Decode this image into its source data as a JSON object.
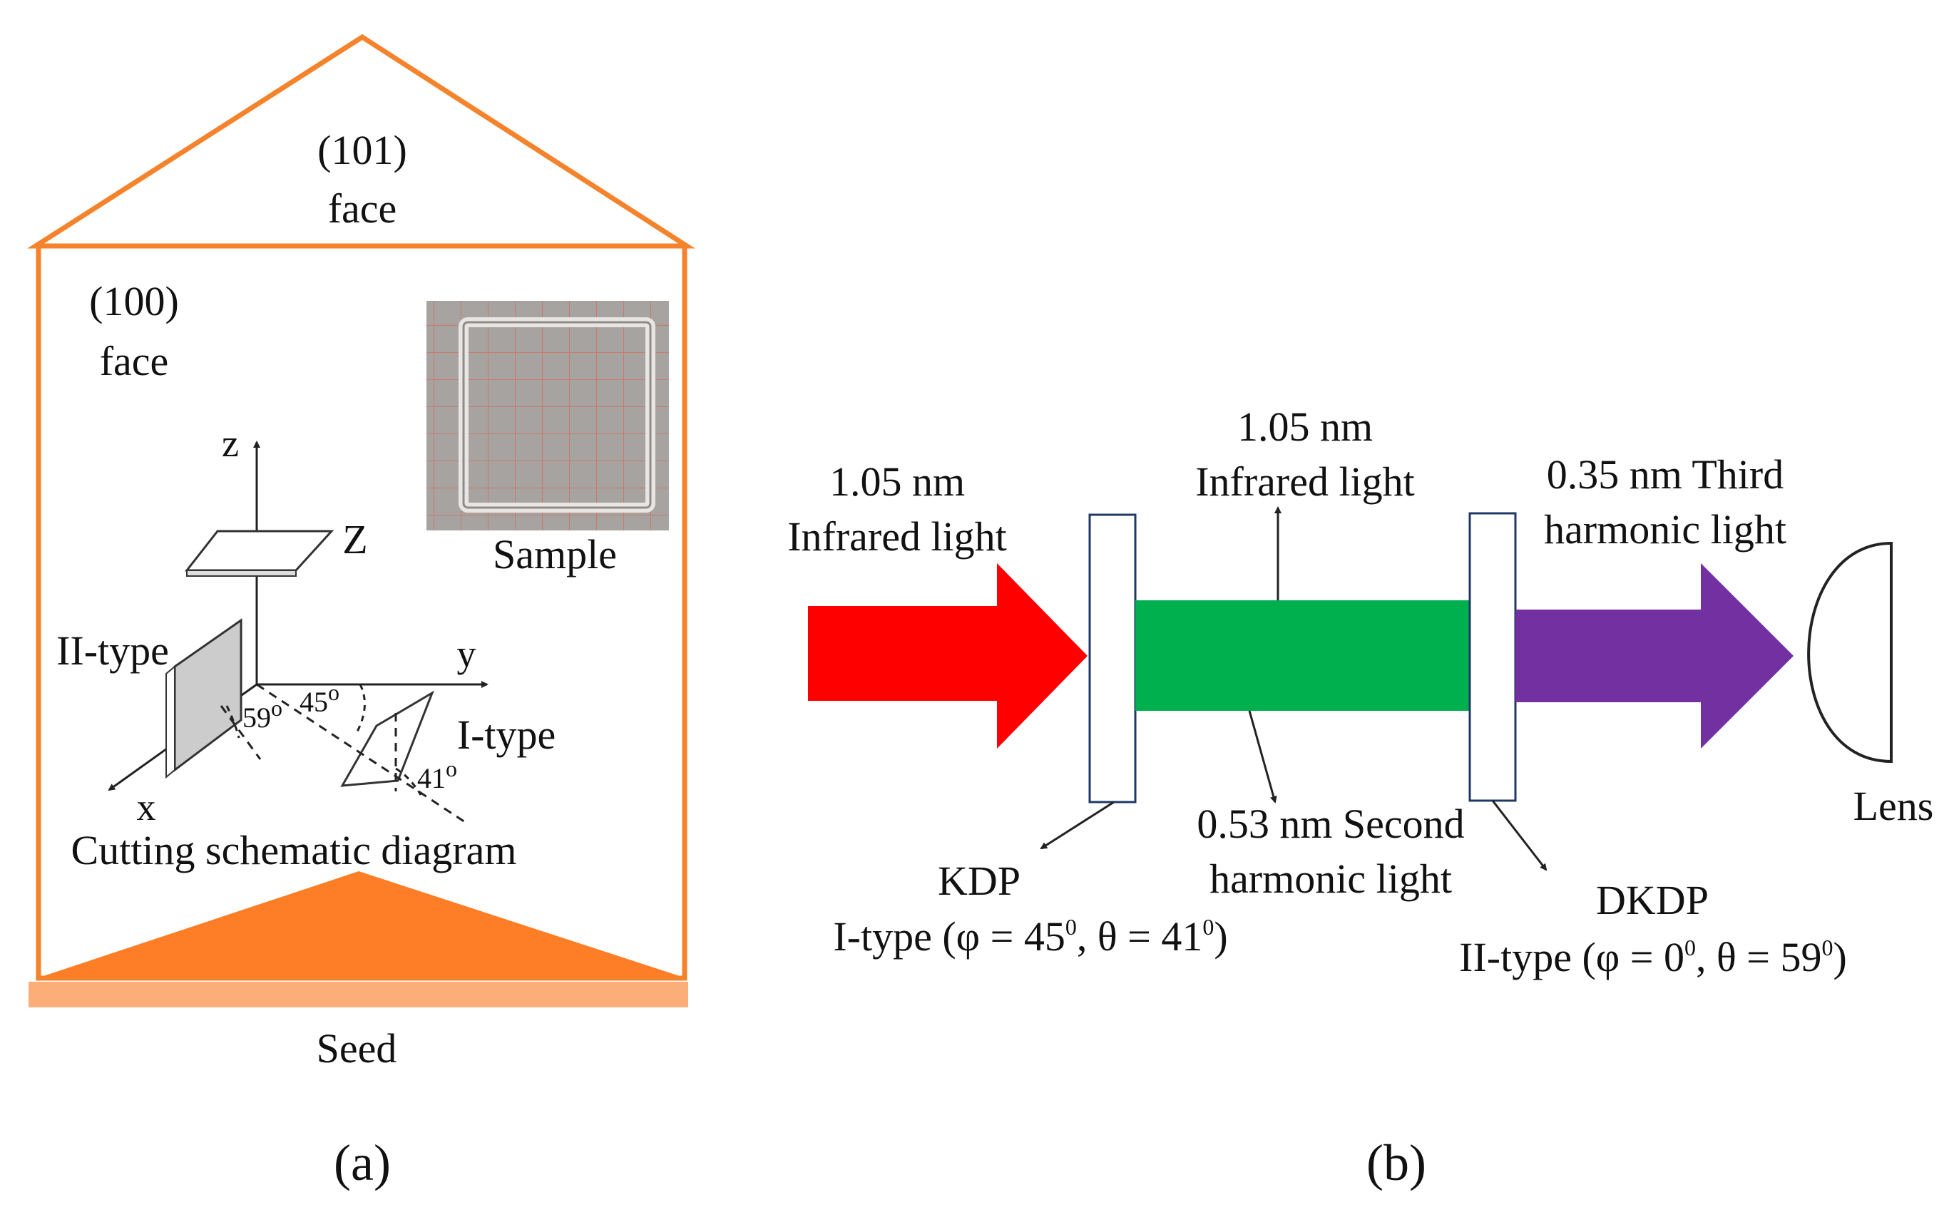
{
  "colors": {
    "crystal_outline": "#f5832b",
    "crystal_fill": "#fe7e27",
    "seed": "#fcae78",
    "infrared_arrow": "#ff0000",
    "second_harmonic": "#00b04f",
    "third_harmonic_arrow": "#7330a0",
    "text": "#111111",
    "sample_grid": "#c97a6e"
  },
  "panel_a": {
    "face_101": "(101)",
    "face_101_word": "face",
    "face_100": "(100)",
    "face_100_word": "face",
    "sample_label": "Sample",
    "axis_z": "z",
    "axis_y": "y",
    "axis_x": "x",
    "plate_z": "Z",
    "plate_ii": "II-type",
    "plate_i": "I-type",
    "angle_59": "59",
    "angle_45": "45",
    "angle_41": "41",
    "degree_sup": "o",
    "caption_cut": "Cutting schematic diagram",
    "seed_label": "Seed",
    "panel_tag": "(a)"
  },
  "panel_b": {
    "input_line1": "1.05 nm",
    "input_line2": "Infrared light",
    "residual_line1": "1.05 nm",
    "residual_line2": "Infrared light",
    "third_line1": "0.35 nm Third",
    "third_line2": "harmonic light",
    "second_line1": "0.53 nm Second",
    "second_line2": "harmonic light",
    "kdp_name": "KDP",
    "kdp_type_a": "I-type (φ = 45",
    "kdp_type_b": ", θ = 41",
    "kdp_type_c": ")",
    "dkdp_name": "DKDP",
    "dkdp_type_a": "II-type  (φ = 0",
    "dkdp_type_b": ", θ = 59",
    "dkdp_type_c": ")",
    "zero_sup": "0",
    "lens_label": "Lens",
    "panel_tag": "(b)"
  }
}
